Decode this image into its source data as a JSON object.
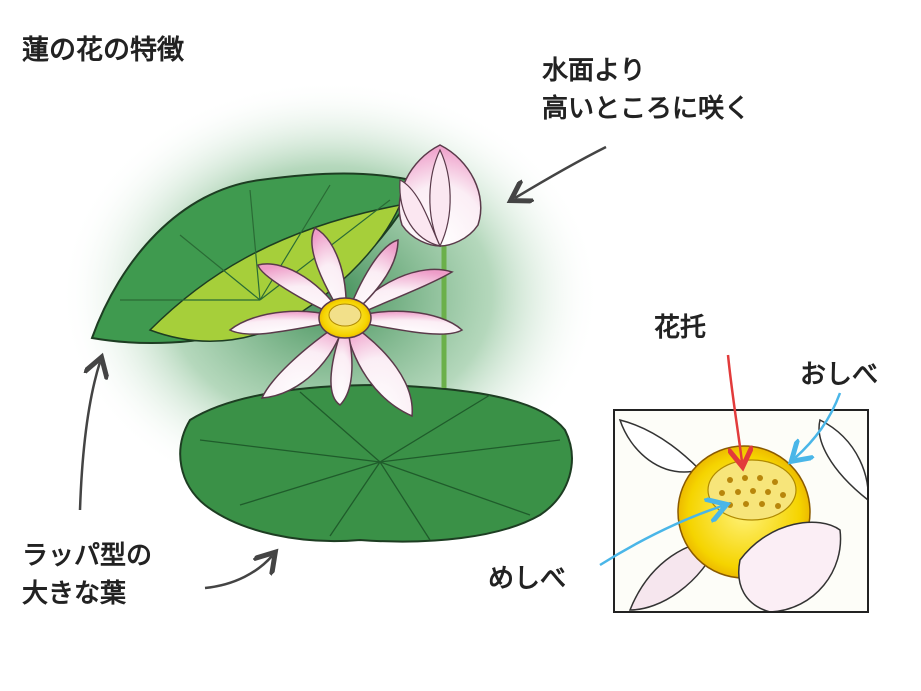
{
  "title": "蓮の花の特徴",
  "callouts": {
    "high_bloom": [
      "水面より",
      "高いところに咲く"
    ],
    "trumpet_leaf": [
      "ラッパ型の",
      "大きな葉"
    ],
    "receptacle": "花托",
    "stamen": "おしべ",
    "pistil": "めしべ"
  },
  "colors": {
    "leaf_green": "#3f9a4f",
    "leaf_light": "#a6cf3a",
    "petal_pink": "#f3c6df",
    "center_yellow": "#f5d400",
    "arrow_red": "#e23b3b",
    "arrow_blue": "#4ab6e8",
    "arrow_dark": "#444444"
  }
}
